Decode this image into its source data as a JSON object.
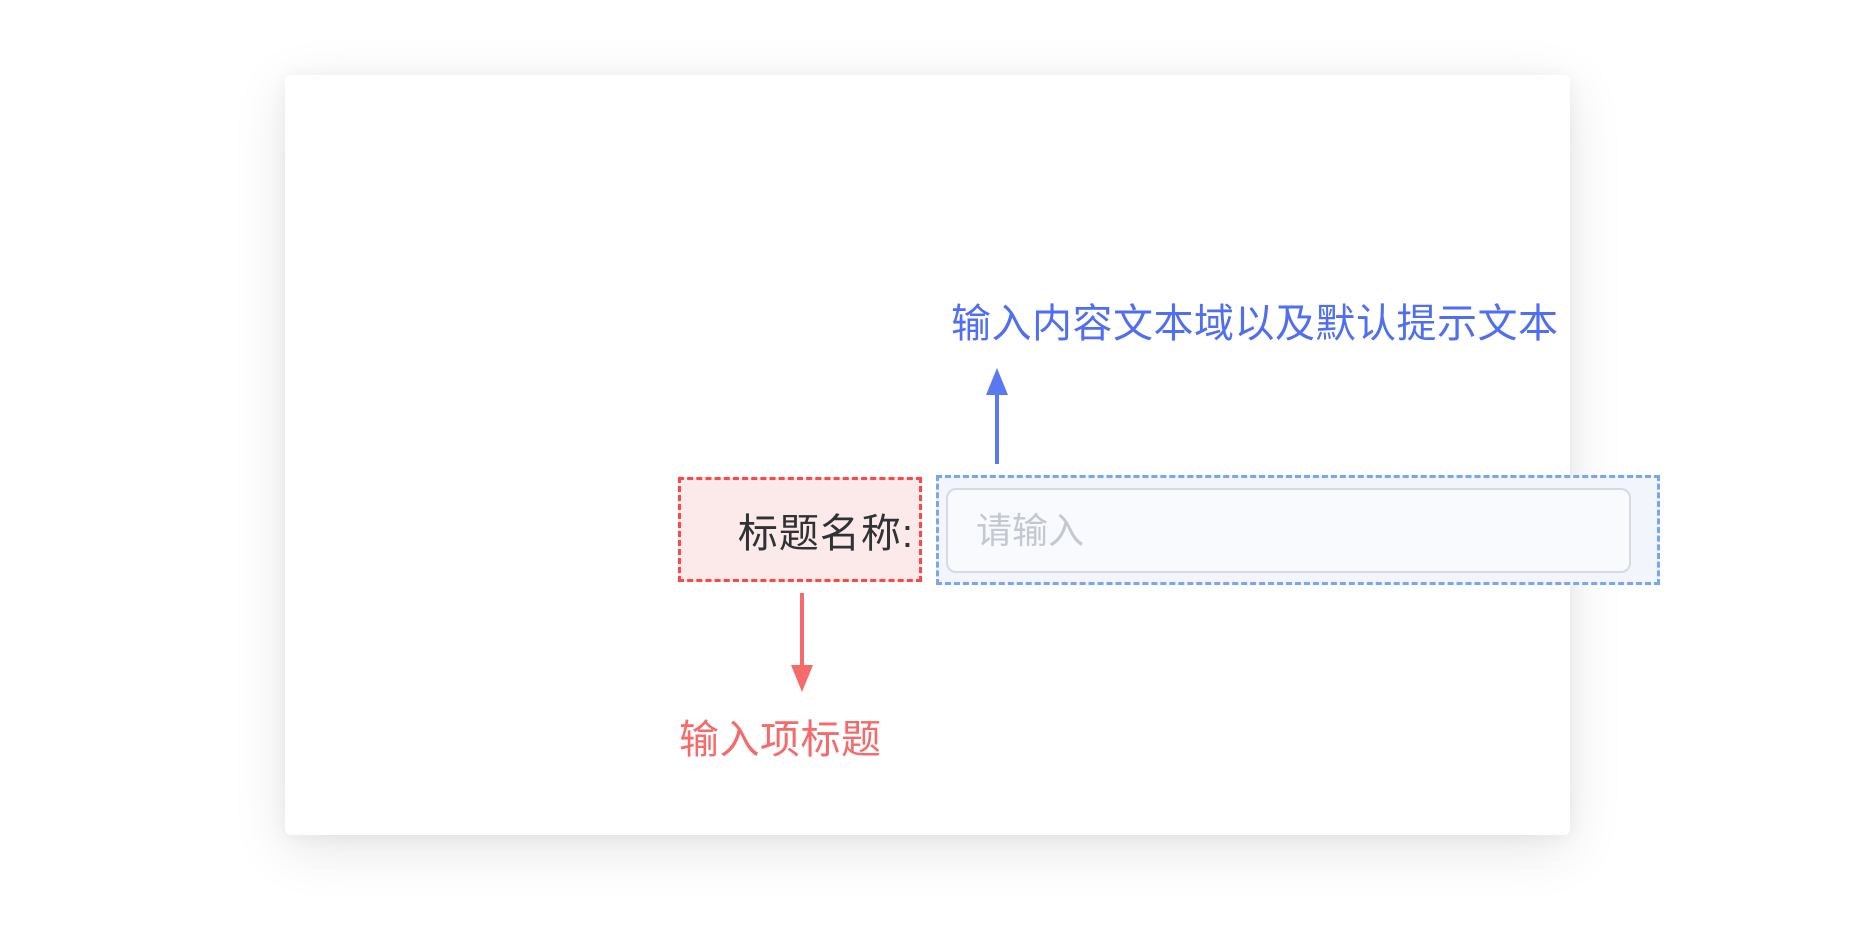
{
  "annotations": {
    "input_note": {
      "text": "输入内容文本域以及默认提示文本",
      "color": "#4F6EF2"
    },
    "label_note": {
      "text": "输入项标题",
      "color": "#F56A6A"
    }
  },
  "form": {
    "label": "标题名称:",
    "placeholder": "请输入"
  },
  "colors": {
    "annotation_blue_text": "#4F6EF2",
    "annotation_blue_arrow": "#5B78F3",
    "annotation_blue_dash": "#7AA5F2",
    "annotation_blue_fill": "#F2F6FC",
    "annotation_red_text": "#F56A6A",
    "annotation_red_dash": "#FB4848",
    "annotation_red_fill": "#FCEAEA",
    "input_border": "#D6DAE1",
    "input_background": "#F8FAFD",
    "placeholder_text": "#C4C9D1",
    "label_text": "#303236",
    "card_background": "#FFFFFF"
  }
}
